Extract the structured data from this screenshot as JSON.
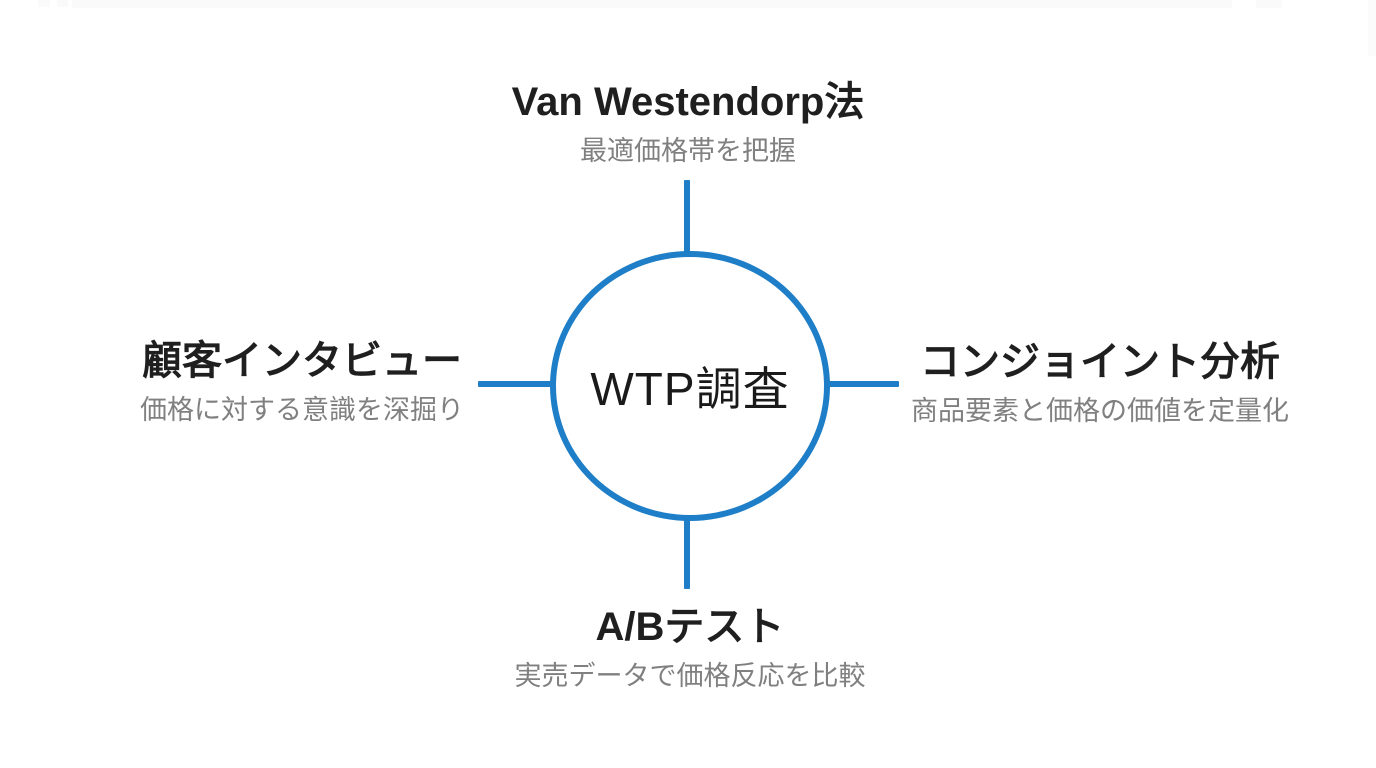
{
  "diagram": {
    "center": {
      "label": "WTP調査"
    },
    "nodes": [
      {
        "id": "top",
        "title": "Van Westendorp法",
        "subtitle": "最適価格帯を把握"
      },
      {
        "id": "left",
        "title": "顧客インタビュー",
        "subtitle": "価格に対する意識を深掘り"
      },
      {
        "id": "right",
        "title": "コンジョイント分析",
        "subtitle": "商品要素と価格の価値を定量化"
      },
      {
        "id": "bottom",
        "title": "A/Bテスト",
        "subtitle": "実売データで価格反応を比較"
      }
    ],
    "colors": {
      "accent": "#1e7ec7",
      "title_text": "#1f1f1f",
      "subtitle_text": "#808080",
      "background": "#ffffff"
    }
  }
}
